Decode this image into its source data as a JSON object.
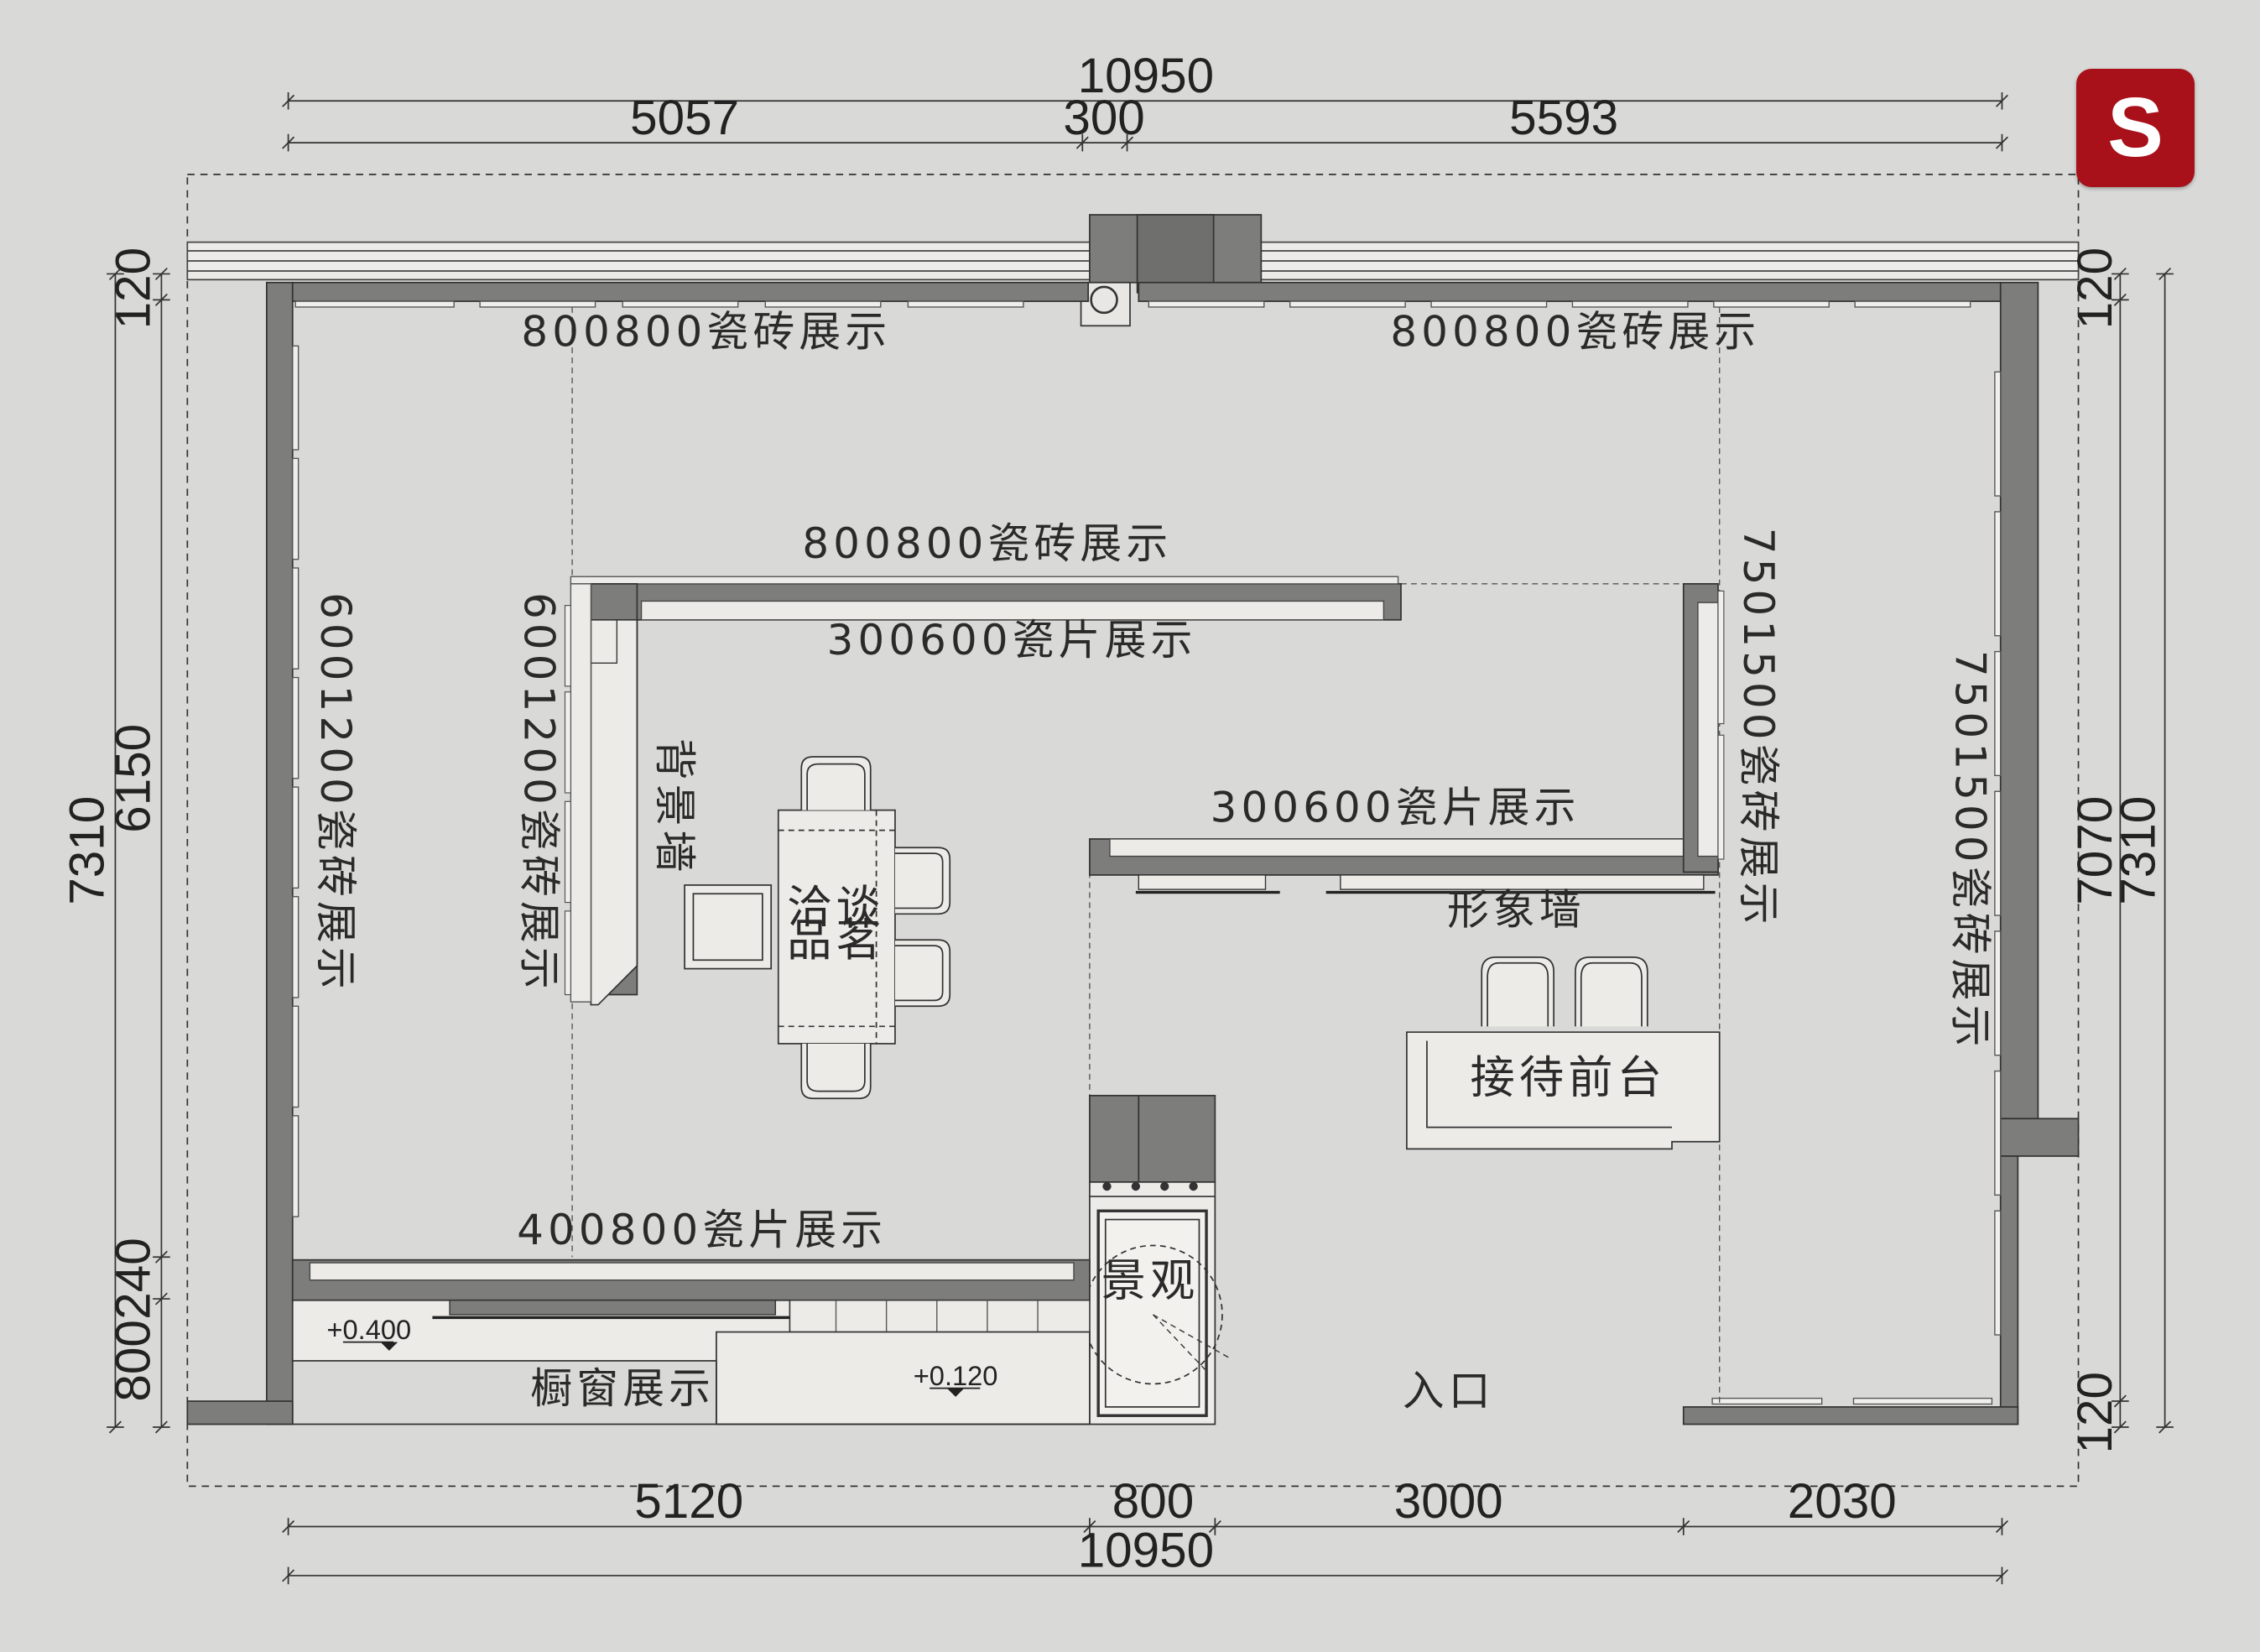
{
  "dimensions": {
    "top_total": "10950",
    "top_seg_left": "5057",
    "top_seg_mid": "300",
    "top_seg_right": "5593",
    "bottom_seg1": "5120",
    "bottom_seg2": "800",
    "bottom_seg3": "3000",
    "bottom_seg4": "2030",
    "bottom_total": "10950",
    "left_total": "7310",
    "left_top": "120",
    "left_mid": "6150",
    "left_lower": "240",
    "left_bottom": "800",
    "right_total": "7310",
    "right_top": "120",
    "right_mid": "7070",
    "right_bottom": "120"
  },
  "labels": {
    "top_left_tile": "800800瓷砖展示",
    "top_right_tile": "800800瓷砖展示",
    "inner_top_tile": "800800瓷砖展示",
    "inner_top_slice": "300600瓷片展示",
    "mid_slice": "300600瓷片展示",
    "left_wall_tile": "6001200瓷砖展示",
    "inner_left_tile": "6001200瓷砖展示",
    "right_inner_tile": "7501500瓷砖展示",
    "right_wall_tile": "7501500瓷砖展示",
    "back_wall": "背景墙",
    "negotiation_1": "洽谈",
    "negotiation_2": "品茗",
    "image_wall": "形象墙",
    "reception": "接待前台",
    "bottom_slice": "400800瓷片展示",
    "window_display": "橱窗展示",
    "landscape": "景观",
    "entrance": "入口",
    "level_1": "+0.400",
    "level_2": "+0.120"
  },
  "logo": {
    "letter": "S",
    "color": "#a8101a"
  },
  "colors": {
    "background": "#d9d9d7",
    "wall": "#7d7d7b",
    "floor_light": "#e8e7e3",
    "line": "#333333"
  }
}
